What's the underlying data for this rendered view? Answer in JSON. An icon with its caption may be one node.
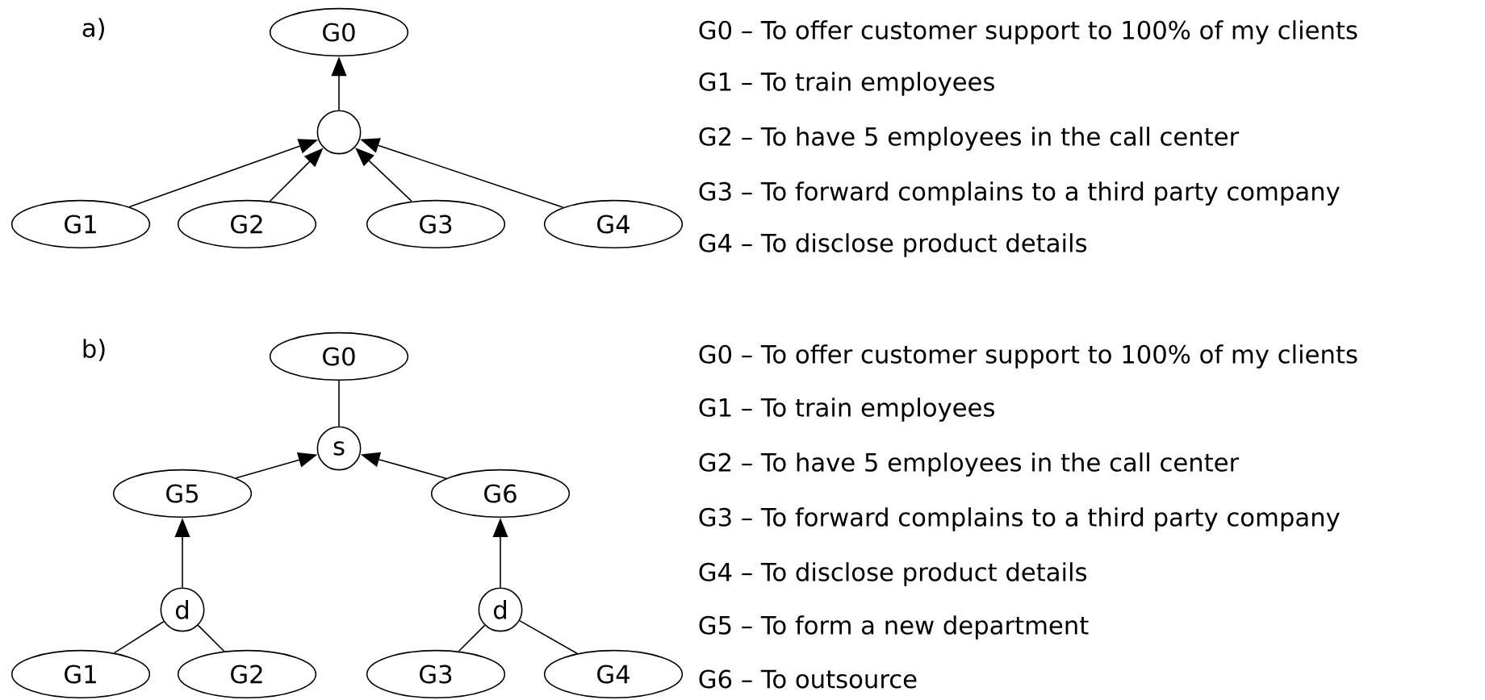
{
  "diagram": {
    "nodes": [
      {
        "text": [
          "G0"
        ]
      },
      {
        "text": [],
        "shape": "circle"
      },
      {
        "text": [
          "G1"
        ]
      },
      {
        "text": [
          "G2"
        ]
      },
      {
        "text": [
          "G3"
        ]
      },
      {
        "text": [
          "G4"
        ]
      },
      {
        "text": [
          "G0"
        ]
      },
      {
        "text": [
          "s"
        ]
      },
      {
        "text": [
          "G5"
        ]
      },
      {
        "text": [
          "G6"
        ]
      },
      {
        "text": [
          "d"
        ]
      },
      {
        "text": [
          "d"
        ]
      },
      {
        "text": [
          "G1"
        ]
      },
      {
        "text": [
          "G2"
        ]
      },
      {
        "text": [
          "G3"
        ]
      },
      {
        "text": [
          "G4"
        ]
      }
    ],
    "edges": [
      {
        "from": 1,
        "to": 0,
        "arrow": "to"
      },
      {
        "from": 2,
        "to": 1,
        "arrow": "to"
      },
      {
        "from": 3,
        "to": 1,
        "arrow": "to"
      },
      {
        "from": 4,
        "to": 1,
        "arrow": "to"
      },
      {
        "from": 5,
        "to": 1,
        "arrow": "to"
      },
      {
        "from": 7,
        "to": 6,
        "arrow": "none"
      },
      {
        "from": 8,
        "to": 7,
        "arrow": "to"
      },
      {
        "from": 9,
        "to": 7,
        "arrow": "to"
      },
      {
        "from": 10,
        "to": 8,
        "arrow": "to"
      },
      {
        "from": 11,
        "to": 9,
        "arrow": "to"
      },
      {
        "from": 12,
        "to": 10,
        "arrow": "none"
      },
      {
        "from": 13,
        "to": 10,
        "arrow": "none"
      },
      {
        "from": 14,
        "to": 11,
        "arrow": "none"
      },
      {
        "from": 15,
        "to": 11,
        "arrow": "none"
      }
    ],
    "labels": [
      "a)",
      "G0 – To offer customer support to 100% of my clients",
      "G1 – To train employees",
      "G2 – To have 5 employees in the call center",
      "G3 – To forward complains to a third party company",
      "G4 – To disclose product details",
      "b)",
      "G0 – To offer customer support to 100% of my clients",
      "G1 – To train employees",
      "G2 – To have 5 employees in the call center",
      "G3 – To forward complains to a third party company",
      "G4 – To disclose product details",
      "G5 – To form a new department",
      "G6 – To outsource"
    ]
  }
}
